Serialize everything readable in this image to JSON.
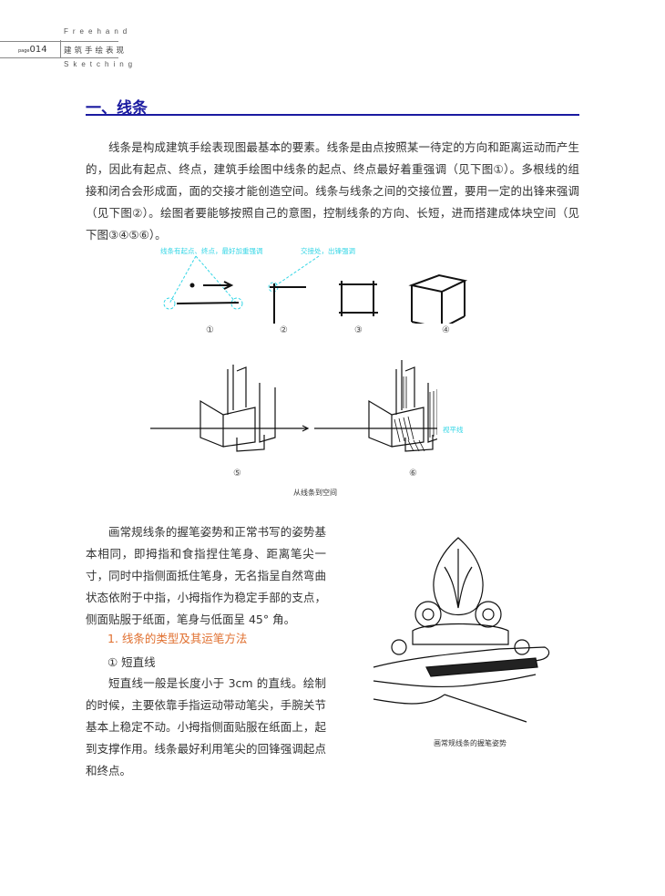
{
  "header": {
    "en_top": "Freehand",
    "en_bottom": "Sketching",
    "page_prefix": "page",
    "page_number": "014",
    "book_title": "建筑手绘表现"
  },
  "section": {
    "title": "一、线条",
    "color": "#1a1aa0"
  },
  "intro_paragraph": "线条是构成建筑手绘表现图最基本的要素。线条是由点按照某一待定的方向和距离运动而产生的，因此有起点、终点，建筑手绘图中线条的起点、终点最好着重强调（见下图①）。多根线的组接和闭合会形成面，面的交接才能创造空间。线条与线条之间的交接位置，要用一定的出锋来强调（见下图②）。绘图者要能够按照自己的意图，控制线条的方向、长短，进而搭建成体块空间（见下图③④⑤⑥）。",
  "figure1": {
    "annotations": [
      "线条有起点、终点，最好加重强调",
      "交接处，出锋强调",
      "视平线"
    ],
    "labels": [
      "①",
      "②",
      "③",
      "④",
      "⑤",
      "⑥"
    ],
    "caption": "从线条到空间",
    "annotation_color": "#33d6e6"
  },
  "posture_paragraph": "画常规线条的握笔姿势和正常书写的姿势基本相同，即拇指和食指捏住笔身、距离笔尖一寸，同时中指侧面抵住笔身，无名指呈自然弯曲状态依附于中指，小拇指作为稳定手部的支点，侧面贴服于纸面，笔身与低面呈 45° 角。",
  "subsection": {
    "title": "1. 线条的类型及其运笔方法",
    "color": "#e07030"
  },
  "item": {
    "title": "① 短直线"
  },
  "short_line_paragraph": "短直线一般是长度小于 3cm 的直线。绘制的时候，主要依靠手指运动带动笔尖，手腕关节基本上稳定不动。小拇指侧面贴服在纸面上，起到支撑作用。线条最好利用笔尖的回锋强调起点和终点。",
  "figure2": {
    "caption": "画常规线条的握笔姿势"
  }
}
